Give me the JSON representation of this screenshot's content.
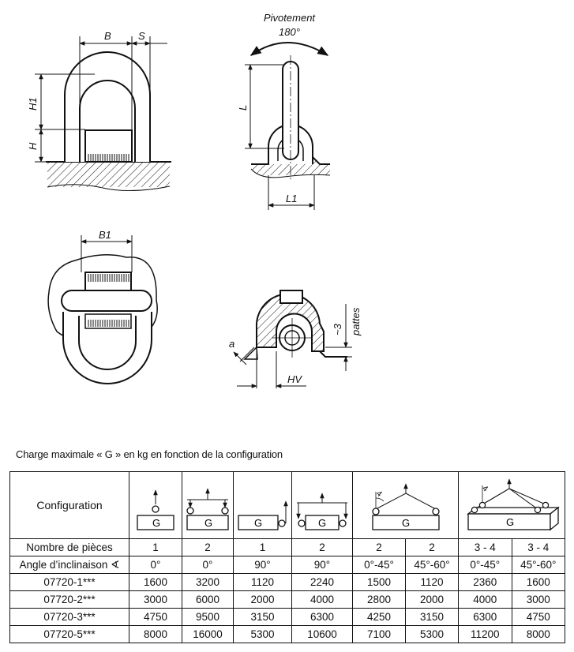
{
  "drawing": {
    "labels": {
      "B": "B",
      "S": "S",
      "H1": "H1",
      "H": "H",
      "pivot_text": "Pivotement",
      "pivot_angle": "180°",
      "L": "L",
      "L1": "L1",
      "B1": "B1",
      "a": "a",
      "HV": "HV",
      "tilde3": "~3",
      "pattes": "pattes"
    }
  },
  "table": {
    "caption": "Charge maximale « G » en kg en fonction de la configuration",
    "config_label": "Configuration",
    "load_letter": "G",
    "angle_mark": "4",
    "header_rows": [
      {
        "label": "Nombre de pièces",
        "cells": [
          "1",
          "2",
          "1",
          "2",
          "2",
          "2",
          "3 - 4",
          "3 - 4"
        ]
      },
      {
        "label": "Angle d’inclinaison ∢",
        "cells": [
          "0°",
          "0°",
          "90°",
          "90°",
          "0°-45°",
          "45°-60°",
          "0°-45°",
          "45°-60°"
        ]
      }
    ],
    "data_rows": [
      {
        "article": "07720-1***",
        "values": [
          "1600",
          "3200",
          "1120",
          "2240",
          "1500",
          "1120",
          "2360",
          "1600"
        ]
      },
      {
        "article": "07720-2***",
        "values": [
          "3000",
          "6000",
          "2000",
          "4000",
          "2800",
          "2000",
          "4000",
          "3000"
        ]
      },
      {
        "article": "07720-3***",
        "values": [
          "4750",
          "9500",
          "3150",
          "6300",
          "4250",
          "3150",
          "6300",
          "4750"
        ]
      },
      {
        "article": "07720-5***",
        "values": [
          "8000",
          "16000",
          "5300",
          "10600",
          "7100",
          "5300",
          "11200",
          "8000"
        ]
      }
    ]
  }
}
